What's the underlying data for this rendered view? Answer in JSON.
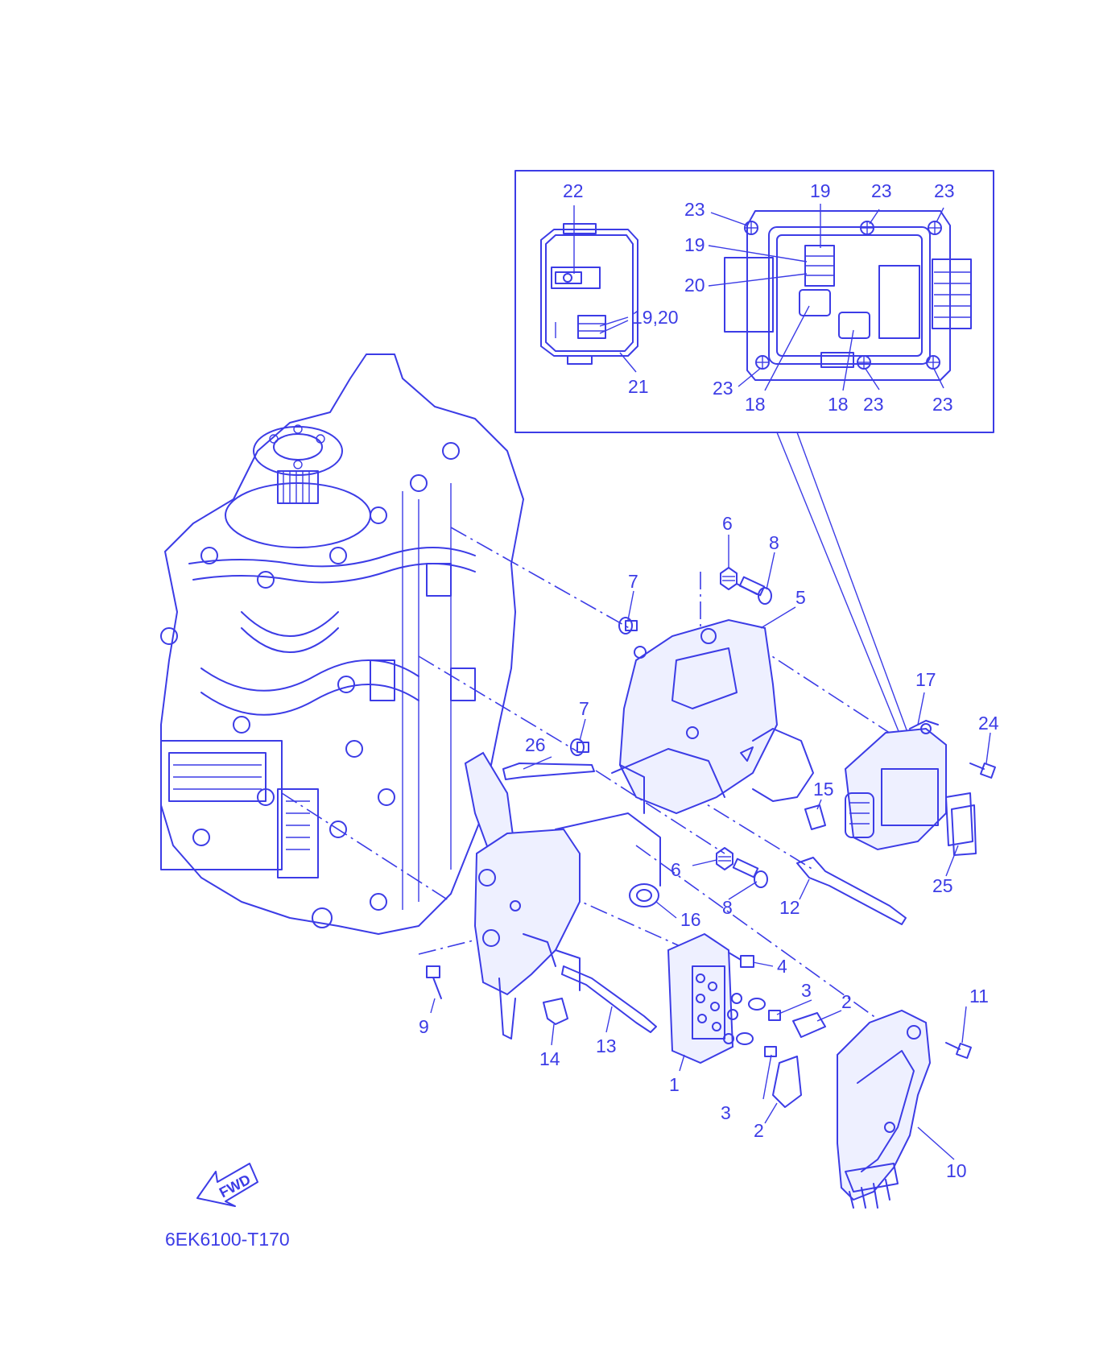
{
  "diagram": {
    "code": "6EK6100-T170",
    "fwd_label": "FWD",
    "callouts": {
      "inset_22": "22",
      "inset_21": "21",
      "inset_19_20": "19,20",
      "inset_19a": "19",
      "inset_19b": "19",
      "inset_20": "20",
      "inset_23a": "23",
      "inset_23b": "23",
      "inset_23c": "23",
      "inset_23d": "23",
      "inset_23e": "23",
      "inset_23f": "23",
      "inset_18a": "18",
      "inset_18b": "18",
      "p1": "1",
      "p2a": "2",
      "p2b": "2",
      "p3a": "3",
      "p3b": "3",
      "p4": "4",
      "p5": "5",
      "p6a": "6",
      "p6b": "6",
      "p7a": "7",
      "p7b": "7",
      "p8a": "8",
      "p8b": "8",
      "p9": "9",
      "p10": "10",
      "p11": "11",
      "p12": "12",
      "p13": "13",
      "p14": "14",
      "p15": "15",
      "p16": "16",
      "p17": "17",
      "p24": "24",
      "p25": "25",
      "p26": "26"
    }
  }
}
